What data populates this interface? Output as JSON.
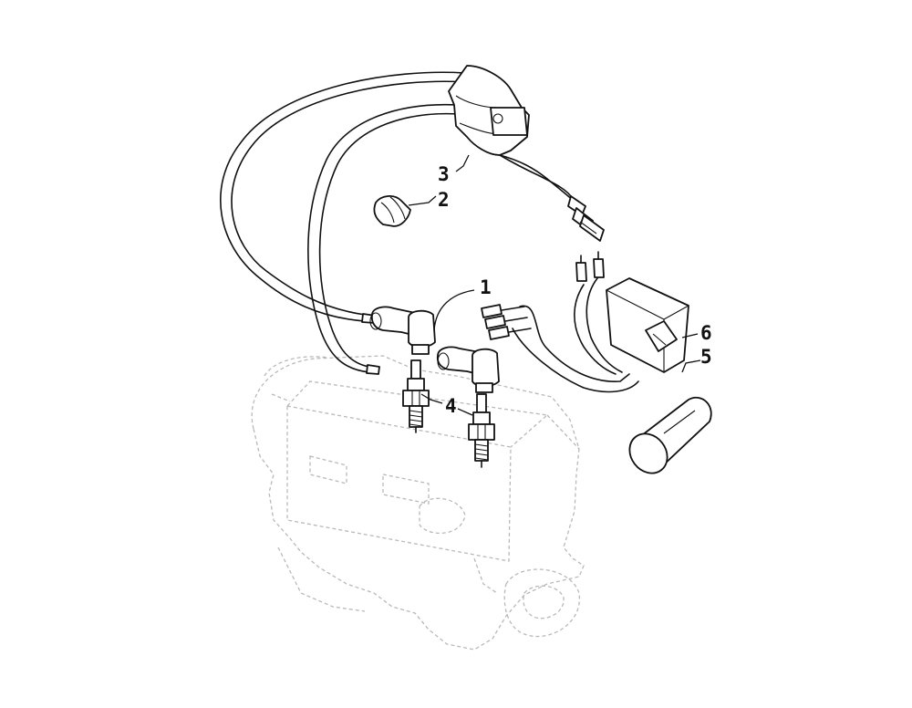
{
  "callouts": {
    "c1": "1",
    "c2": "2",
    "c3": "3",
    "c4": "4",
    "c5": "5",
    "c6": "6"
  },
  "colors": {
    "ink": "#111111",
    "ghost": "#b9b9b9",
    "background": "#ffffff"
  },
  "icons": {
    "ignition_coil": "ignition-coil-icon",
    "clip": "wire-clip-icon",
    "spark_plug_cap": "spark-plug-cap-icon",
    "spark_plug": "spark-plug-icon",
    "cdi_unit": "cdi-module-icon",
    "rubber_sleeve": "rubber-sleeve-icon",
    "engine": "engine-outline-icon"
  }
}
